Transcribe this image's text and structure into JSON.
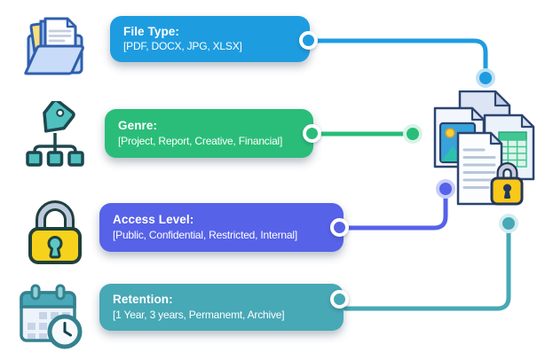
{
  "background": "#ffffff",
  "rows": [
    {
      "label": "File Type:",
      "values": "[PDF, DOCX, JPG, XLSX]",
      "icon": "open-folder-with-documents",
      "pill_color": "#1e9ce0",
      "connector_dot_ring_color": "#bfe0f5"
    },
    {
      "label": "Genre:",
      "values": "[Project, Report, Creative, Financial]",
      "icon": "tag-hierarchy",
      "pill_color": "#2abd79",
      "connector_dot_ring_color": "#d9f3e6"
    },
    {
      "label": "Access Level:",
      "values": "[Public, Confidential, Restricted, Internal]",
      "icon": "padlock",
      "pill_color": "#5662e8",
      "connector_dot_ring_color": "#c9cdf8"
    },
    {
      "label": "Retention:",
      "values": "[1 Year, 3 years, Permanemt, Archive]",
      "icon": "calendar-with-clock",
      "pill_color": "#47a8b6",
      "connector_dot_ring_color": "#d4edee"
    }
  ],
  "illustration": {
    "name": "document-stack-with-lock",
    "elements": [
      "plain-document",
      "image-document",
      "spreadsheet-document",
      "text-document",
      "padlock"
    ],
    "colors": {
      "document_fill": "#f3f7fd",
      "outline_navy": "#2c4470",
      "image_blue": "#38a3da",
      "sun_yellow": "#f8cf3d",
      "mountain_teal": "#2fc0ad",
      "table_green": "#41c794",
      "lock_yellow": "#f8c81a",
      "shackle_gray": "#c6cdd9"
    }
  }
}
